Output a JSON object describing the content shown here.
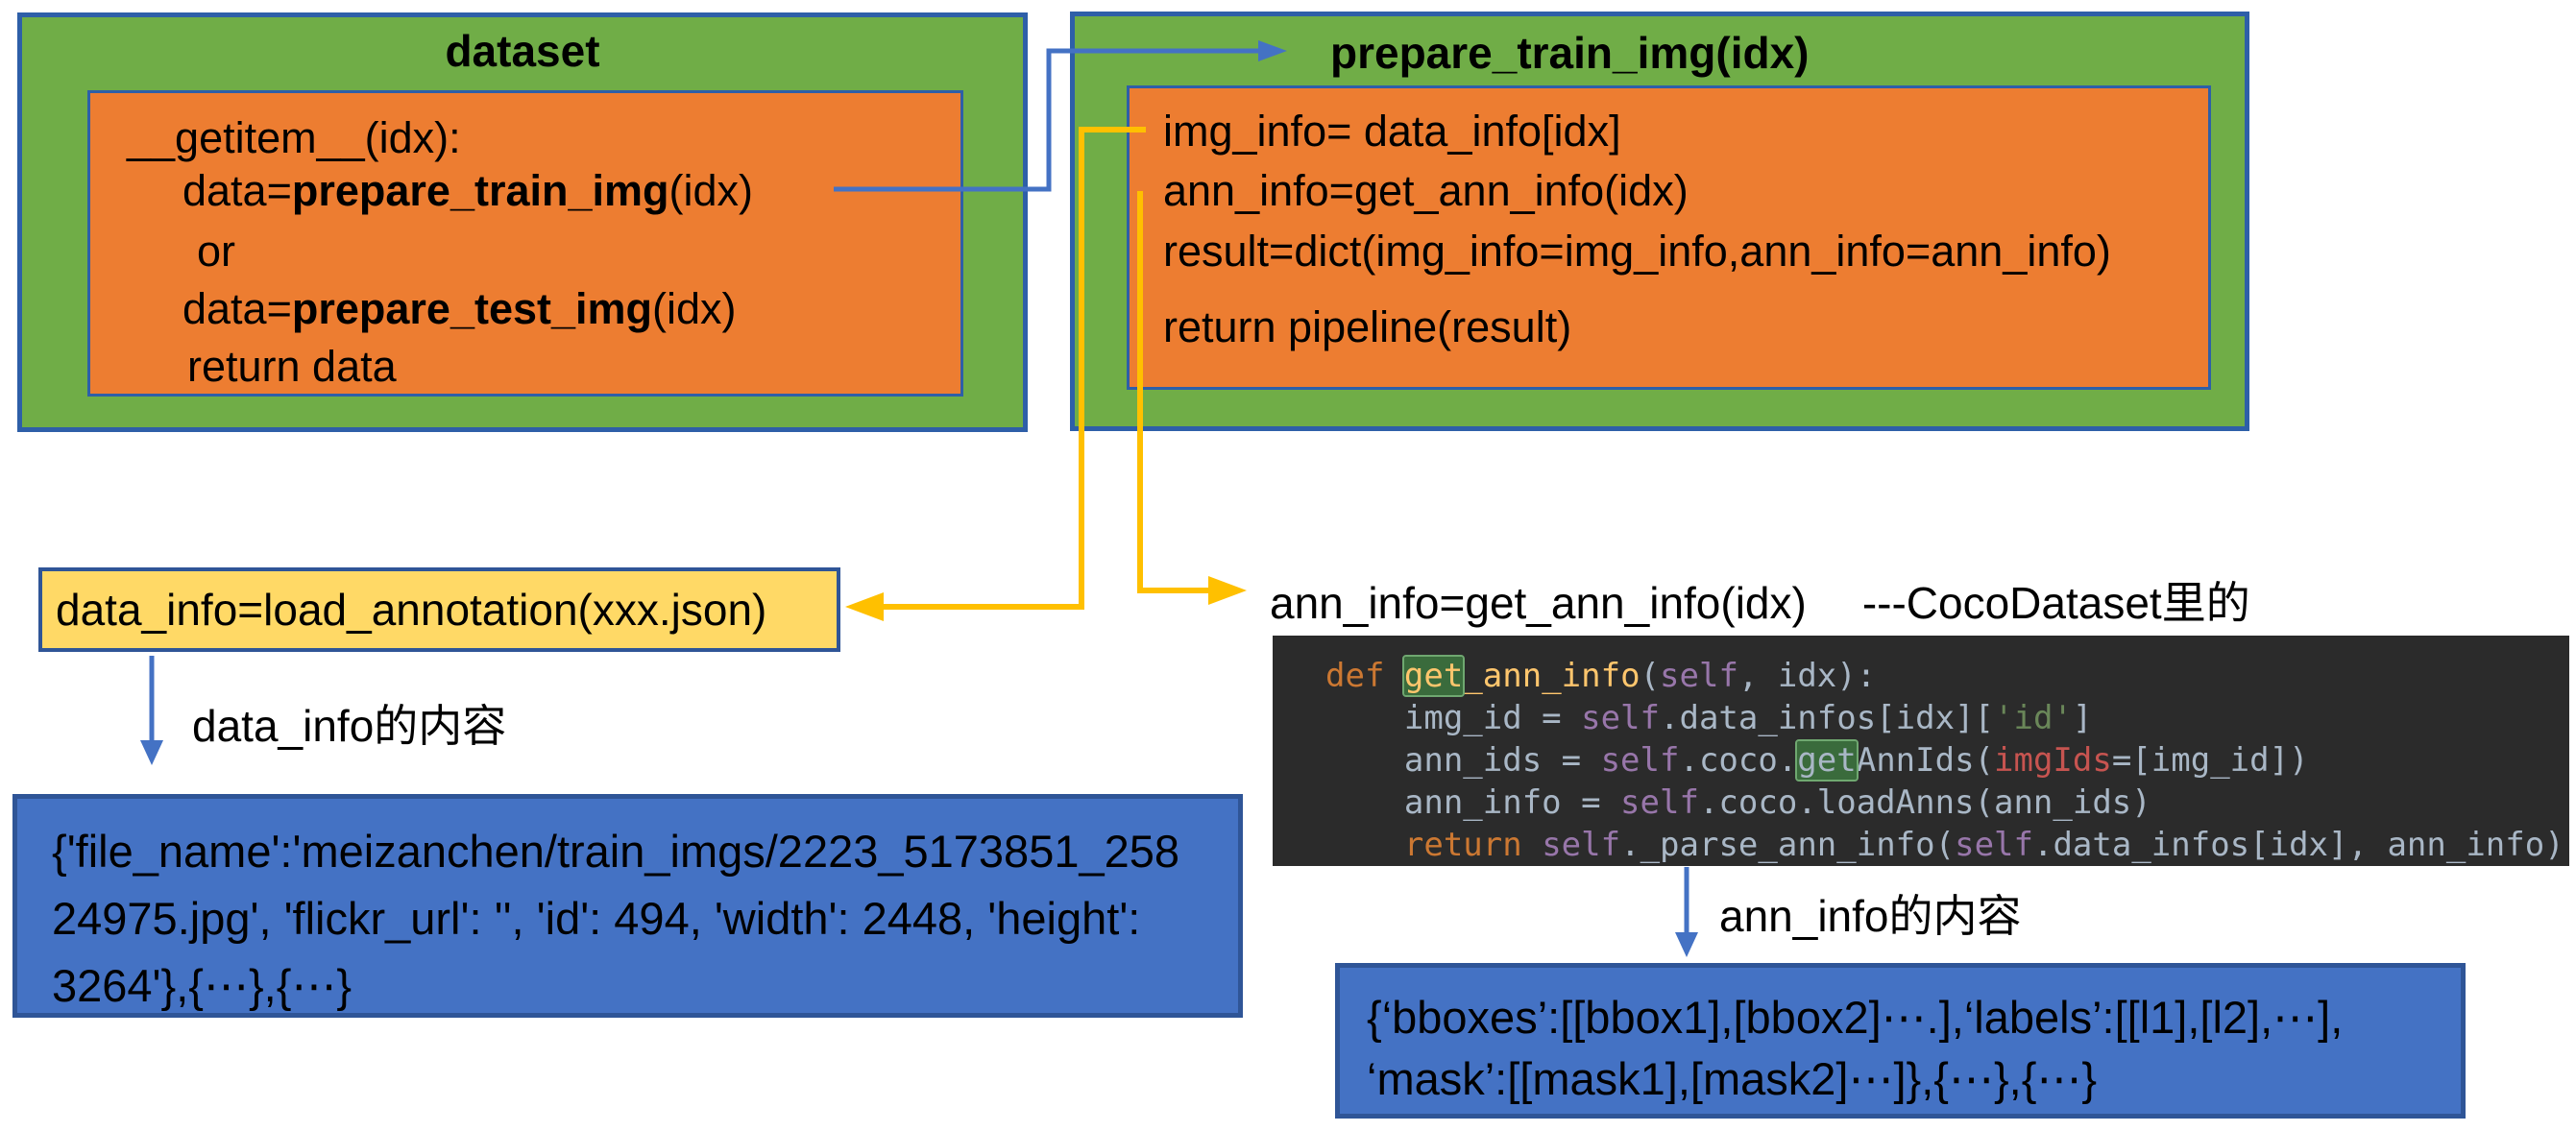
{
  "dataset_box": {
    "title": "dataset",
    "getitem_line": "__getitem__(idx):",
    "train_pre": "data=",
    "train_fn": "prepare_train_img",
    "train_post": "(idx)",
    "or_line": "or",
    "test_pre": "data=",
    "test_fn": "prepare_test_img",
    "test_post": "(idx)",
    "return_line": "return data"
  },
  "prepare_box": {
    "title": "prepare_train_img(idx)",
    "line1": "img_info= data_info[idx]",
    "line2": "ann_info=get_ann_info(idx)",
    "line3": "result=dict(img_info=img_info,ann_info=ann_info)",
    "line4": "return pipeline(result)"
  },
  "data_info_box": {
    "text": "data_info=load_annotation(xxx.json)"
  },
  "labels": {
    "data_info_content": "data_info的内容",
    "ann_info_content": "ann_info的内容"
  },
  "data_info_content_box": {
    "line1": "{'file_name':'meizanchen/train_imgs/2223_5173851_258",
    "line2": "24975.jpg', 'flickr_url': '', 'id': 494, 'width': 2448, 'height':",
    "line3": "3264'},{⋯},{⋯}"
  },
  "ann_info_heading": {
    "code_part": "ann_info=get_ann_info(idx)",
    "note_part": "---CocoDataset里的"
  },
  "code_block": {
    "lines": [
      [
        {
          "t": "def ",
          "c": "kw"
        },
        {
          "t": "get",
          "c": "fn hl"
        },
        {
          "t": "_ann_info",
          "c": "fn"
        },
        {
          "t": "(",
          "c": "pl"
        },
        {
          "t": "self",
          "c": "slf"
        },
        {
          "t": ", idx):",
          "c": "pl"
        }
      ],
      [
        {
          "t": "    img_id = ",
          "c": "pl"
        },
        {
          "t": "self",
          "c": "slf"
        },
        {
          "t": ".data_infos[idx][",
          "c": "pl"
        },
        {
          "t": "'id'",
          "c": "str"
        },
        {
          "t": "]",
          "c": "pl"
        }
      ],
      [
        {
          "t": "    ann_ids = ",
          "c": "pl"
        },
        {
          "t": "self",
          "c": "slf"
        },
        {
          "t": ".coco.",
          "c": "pl"
        },
        {
          "t": "get",
          "c": "pl hl"
        },
        {
          "t": "AnnIds(",
          "c": "pl"
        },
        {
          "t": "imgIds",
          "c": "arg"
        },
        {
          "t": "=[img_id])",
          "c": "pl"
        }
      ],
      [
        {
          "t": "    ann_info = ",
          "c": "pl"
        },
        {
          "t": "self",
          "c": "slf"
        },
        {
          "t": ".coco.loadAnns(ann_ids)",
          "c": "pl"
        }
      ],
      [
        {
          "t": "    ",
          "c": "pl"
        },
        {
          "t": "return",
          "c": "kw"
        },
        {
          "t": " ",
          "c": "pl"
        },
        {
          "t": "self",
          "c": "slf"
        },
        {
          "t": "._parse_ann_info(",
          "c": "pl"
        },
        {
          "t": "self",
          "c": "slf"
        },
        {
          "t": ".data_infos[idx], ann_info)",
          "c": "pl"
        }
      ]
    ]
  },
  "ann_info_content_box": {
    "line1": "{‘bboxes’:[[bbox1],[bbox2]⋯.],‘labels’:[[l1],[l2],⋯],",
    "line2": "‘mask’:[[mask1],[mask2]⋯]},{⋯},{⋯}"
  },
  "colors": {
    "green_fill": "#70AD47",
    "orange_fill": "#ED7D31",
    "yellow_fill": "#FFD966",
    "blue_fill": "#4472C4",
    "box_border_blue": "#2E5FA8",
    "arrow_blue": "#4472C4",
    "arrow_yellow": "#FFC000",
    "code_background": "#2B2B2B"
  }
}
